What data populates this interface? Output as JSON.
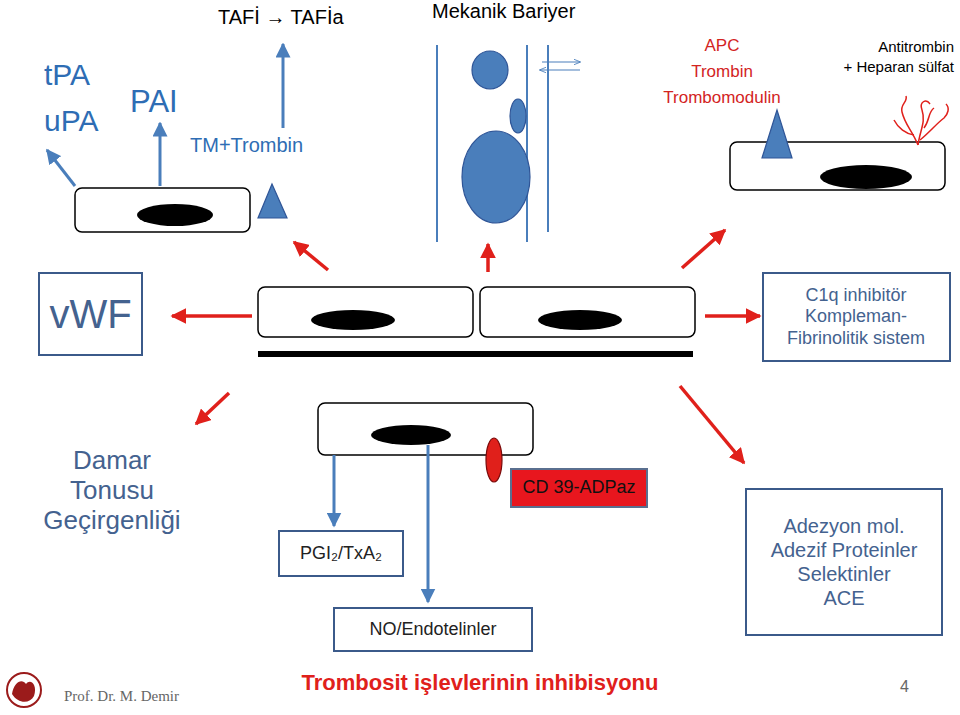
{
  "diagram": {
    "caption": "Trombosit işlevlerinin inhibisyonu",
    "nodes": [
      {
        "text": [
          "vWF"
        ]
      },
      {
        "text": [
          "C1q inhibitör Kompleman- Fibrinolitik sistem"
        ]
      },
      {
        "text": [
          "CD 39-ADPaz"
        ]
      },
      {
        "text": [
          "Adezyon mol.",
          "Adezif Proteinler",
          "Selektinler",
          "ACE"
        ]
      },
      {
        "text": [
          "PGI₂/TxA₂"
        ]
      },
      {
        "text": [
          "NO/Endotelinler"
        ]
      }
    ],
    "labels": [
      "tPA",
      "uPA",
      "PAI",
      "TAFİ → TAFİa",
      "TM+Trombin",
      "Mekanik Bariyer",
      "APC",
      "Trombin",
      "Trombomodulin",
      "Antitrombin",
      "+ Heparan sülfat",
      "Damar Tonusu Geçirgenliği",
      "Prof. Dr. M. Demir",
      "4"
    ]
  }
}
